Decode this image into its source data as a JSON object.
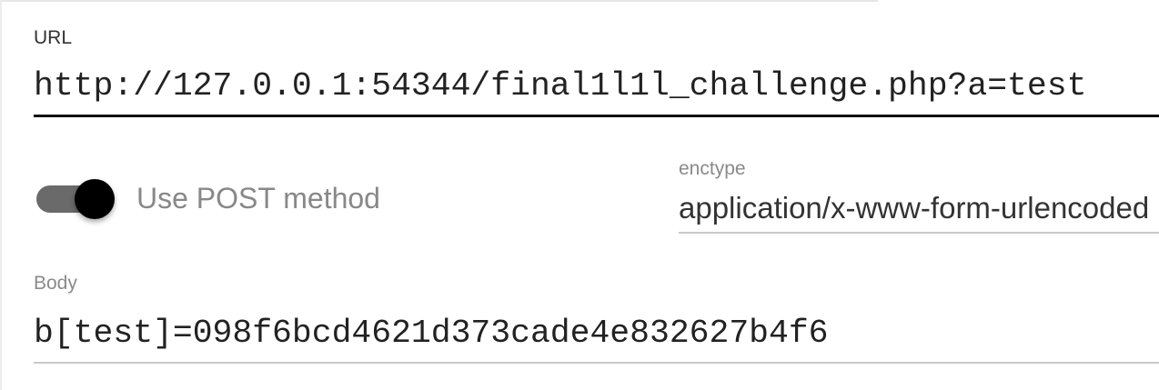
{
  "url_field": {
    "label": "URL",
    "value": "http://127.0.0.1:54344/final1l1l_challenge.php?a=test"
  },
  "post_toggle": {
    "label": "Use POST method",
    "checked": true
  },
  "enctype_field": {
    "label": "enctype",
    "value": "application/x-www-form-urlencoded"
  },
  "body_field": {
    "label": "Body",
    "value": "b[test]=098f6bcd4621d373cade4e832627b4f6"
  }
}
